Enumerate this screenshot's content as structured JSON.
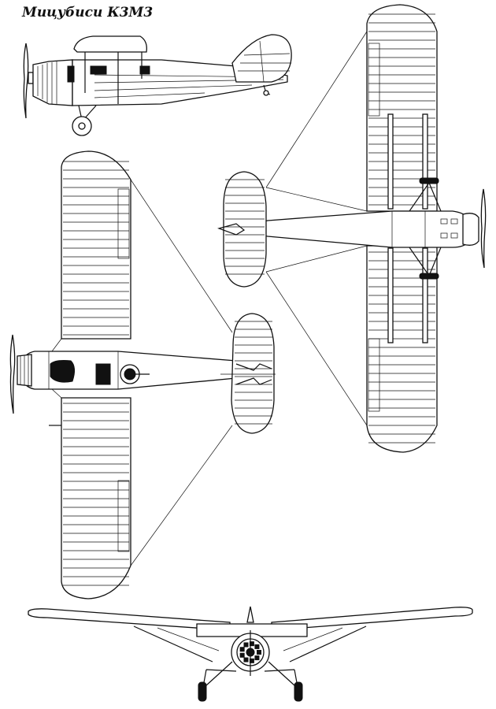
{
  "title": "Мицубиси К3М3",
  "colors": {
    "line": "#111111",
    "paper": "#ffffff"
  },
  "views": [
    "side-view",
    "top-view",
    "bottom-view",
    "front-view"
  ]
}
